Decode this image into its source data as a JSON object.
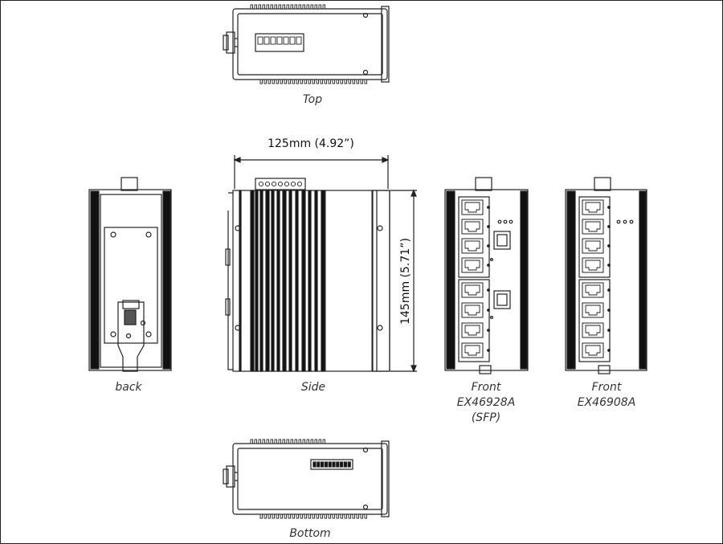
{
  "views": {
    "top": "Top",
    "back": "back",
    "side": "Side",
    "front_a": {
      "line1": "Front",
      "line2": "EX46928A",
      "line3": "(SFP)"
    },
    "front_b": {
      "line1": "Front",
      "line2": "EX46908A"
    },
    "bottom": "Bottom"
  },
  "dimensions": {
    "width": "125mm (4.92”)",
    "height": "145mm (5.71”)"
  },
  "colors": {
    "line": "#222222",
    "fin": "#111111"
  }
}
